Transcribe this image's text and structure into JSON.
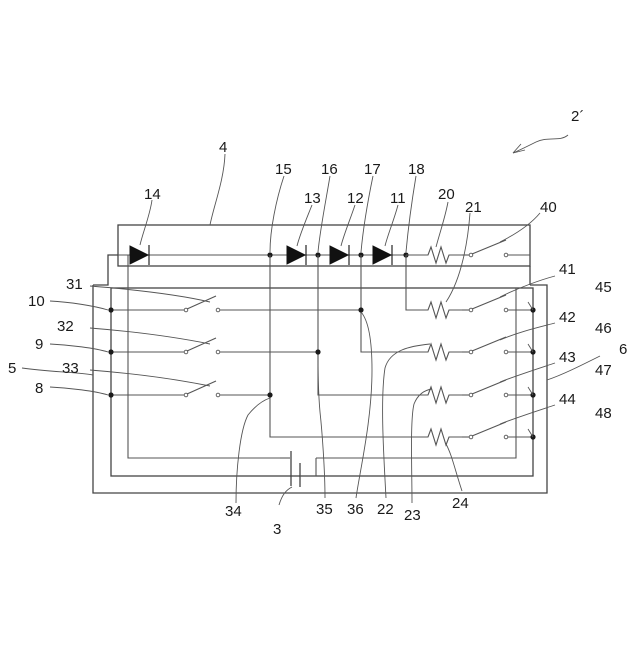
{
  "figure": {
    "ref_main": "2´",
    "labels": {
      "l2": "2´",
      "l3": "3",
      "l4": "4",
      "l5": "5",
      "l6": "6",
      "l8": "8",
      "l9": "9",
      "l10": "10",
      "l11": "11",
      "l12": "12",
      "l13": "13",
      "l14": "14",
      "l15": "15",
      "l16": "16",
      "l17": "17",
      "l18": "18",
      "l20": "20",
      "l21": "21",
      "l22": "22",
      "l23": "23",
      "l24": "24",
      "l31": "31",
      "l32": "32",
      "l33": "33",
      "l34": "34",
      "l35": "35",
      "l36": "36",
      "l40": "40",
      "l41": "41",
      "l42": "42",
      "l43": "43",
      "l44": "44",
      "l45": "45",
      "l46": "46",
      "l47": "47",
      "l48": "48"
    }
  }
}
